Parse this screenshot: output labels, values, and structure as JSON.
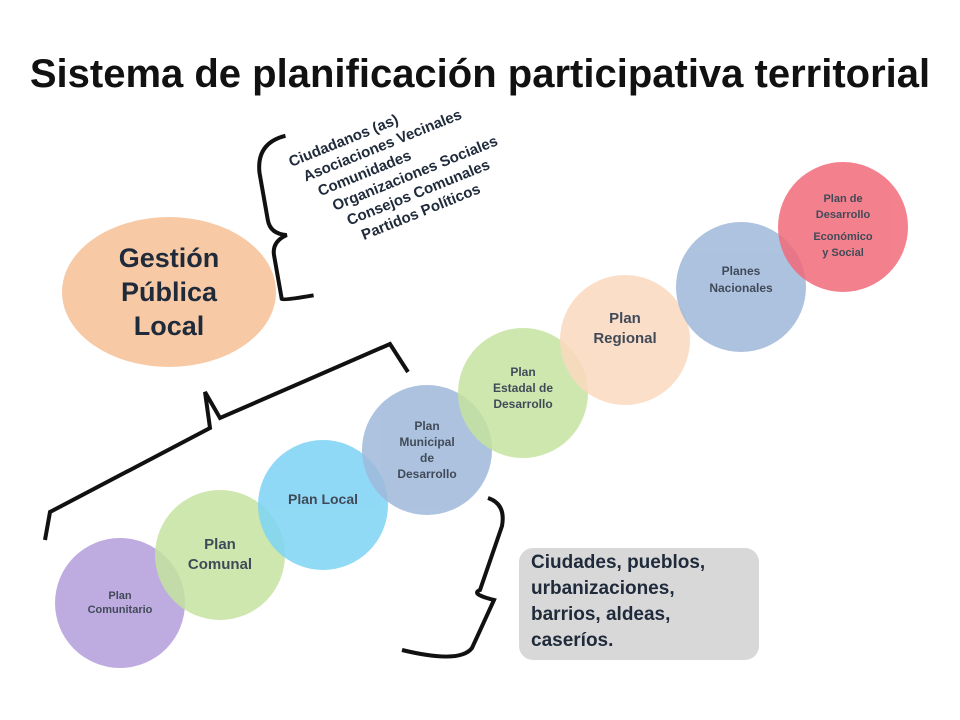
{
  "title": "Sistema de planificación participativa territorial",
  "gestion": {
    "lines": [
      "Gestión",
      "Pública",
      "Local"
    ]
  },
  "actors": [
    "Ciudadanos (as)",
    "Asociaciones Vecinales",
    "Comunidades",
    "Organizaciones Sociales",
    "Consejos Comunales",
    "Partidos Políticos"
  ],
  "places": [
    "Ciudades, pueblos,",
    "urbanizaciones,",
    "barrios, aldeas,",
    "caseríos."
  ],
  "plans": [
    {
      "lines": [
        "Plan",
        "Comunitario"
      ],
      "color": "#b39ddb"
    },
    {
      "lines": [
        "Plan",
        "Comunal"
      ],
      "color": "#c5e3a0"
    },
    {
      "lines": [
        "Plan Local"
      ],
      "color": "#7dd3f5"
    },
    {
      "lines": [
        "Plan",
        "Municipal",
        "de",
        "Desarrollo"
      ],
      "color": "#9fb8da"
    },
    {
      "lines": [
        "Plan",
        "Estadal de",
        "Desarrollo"
      ],
      "color": "#c5e3a0"
    },
    {
      "lines": [
        "Plan",
        "Regional"
      ],
      "color": "#fad9bf"
    },
    {
      "lines": [
        "Planes",
        "Nacionales"
      ],
      "color": "#9fb8da"
    },
    {
      "lines": [
        "Plan de",
        "Desarrollo",
        "Económico",
        "y Social"
      ],
      "color": "#f26b7a"
    }
  ]
}
